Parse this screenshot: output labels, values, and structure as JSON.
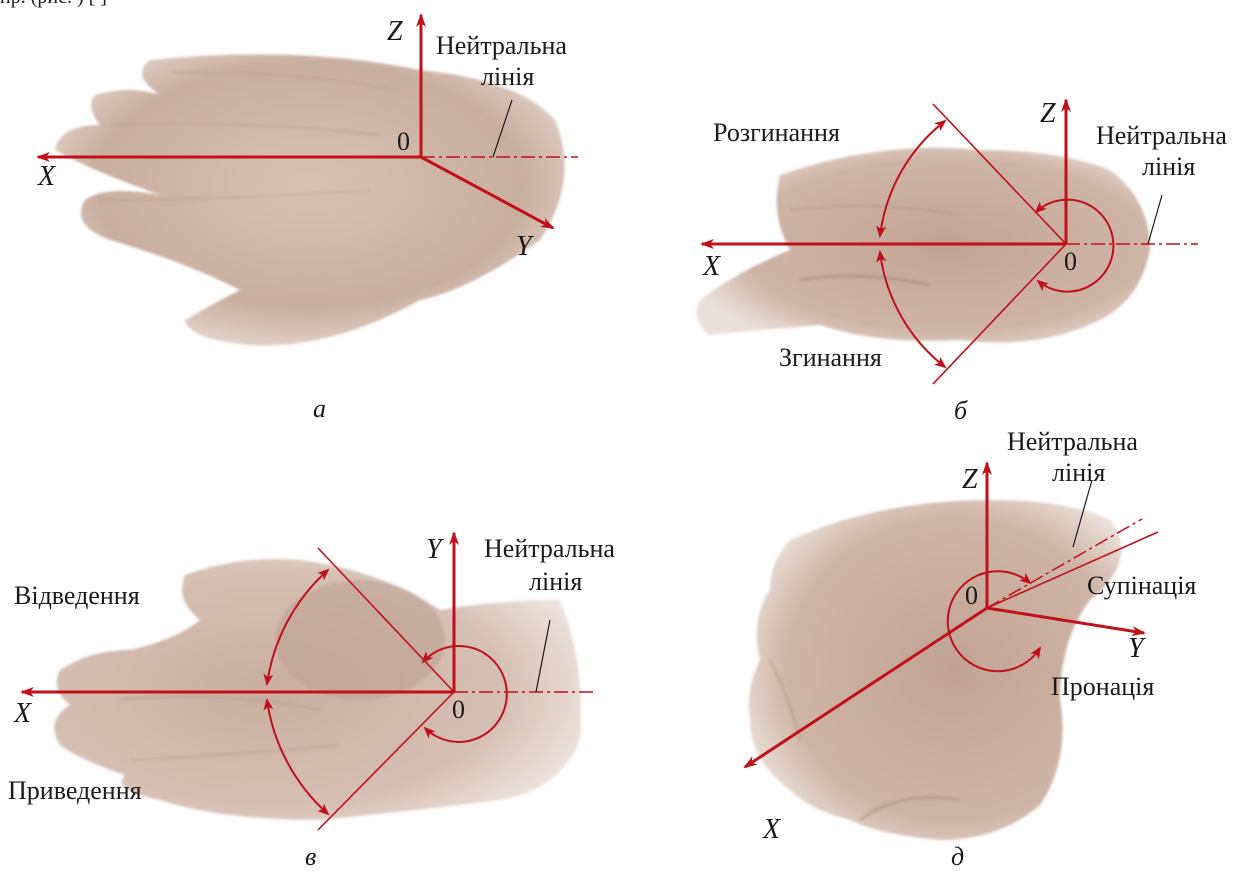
{
  "header_text": "пр. (рис. ) [ ]",
  "colors": {
    "axis": "#c0101a",
    "skin_light": "#e2cfc2",
    "skin_mid": "#cdb3a3",
    "skin_dark": "#a98c7c",
    "text": "#1a1a1a"
  },
  "panels": {
    "a": {
      "caption": "а",
      "axis_x": "X",
      "axis_y": "Y",
      "axis_z": "Z",
      "origin": "0",
      "neutral_label_1": "Нейтральна",
      "neutral_label_2": "лінія"
    },
    "b": {
      "caption": "б",
      "axis_x": "X",
      "axis_z": "Z",
      "origin": "0",
      "neutral_label_1": "Нейтральна",
      "neutral_label_2": "лінія",
      "extension": "Розгинання",
      "flexion": "Згинання"
    },
    "v": {
      "caption": "в",
      "axis_x": "X",
      "axis_y": "Y",
      "origin": "0",
      "neutral_label_1": "Нейтральна",
      "neutral_label_2": "лінія",
      "abduction": "Відведення",
      "adduction": "Приведення"
    },
    "d": {
      "caption": "д",
      "axis_x": "X",
      "axis_y": "Y",
      "axis_z": "Z",
      "origin": "0",
      "neutral_label_1": "Нейтральна",
      "neutral_label_2": "лінія",
      "supination": "Супінація",
      "pronation": "Пронація"
    }
  }
}
